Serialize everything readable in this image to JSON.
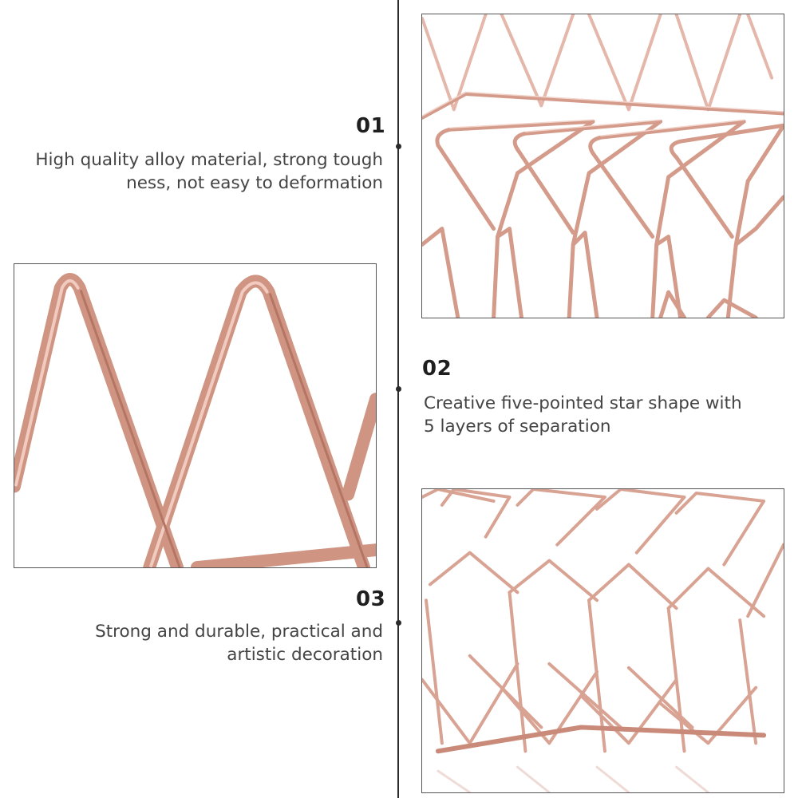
{
  "features": [
    {
      "number": "01",
      "lines": [
        "High quality alloy material, strong tough",
        "ness, not easy to deformation"
      ]
    },
    {
      "number": "02",
      "lines": [
        "Creative five-pointed star shape with",
        "5 layers of separation"
      ]
    },
    {
      "number": "03",
      "lines": [
        "Strong and durable, practical and",
        "artistic decoration"
      ]
    }
  ],
  "colors": {
    "wire": "#d9a394",
    "wire_dark": "#b87f70",
    "wire_light": "#f0cdc3",
    "line": "#2b2b2b"
  }
}
